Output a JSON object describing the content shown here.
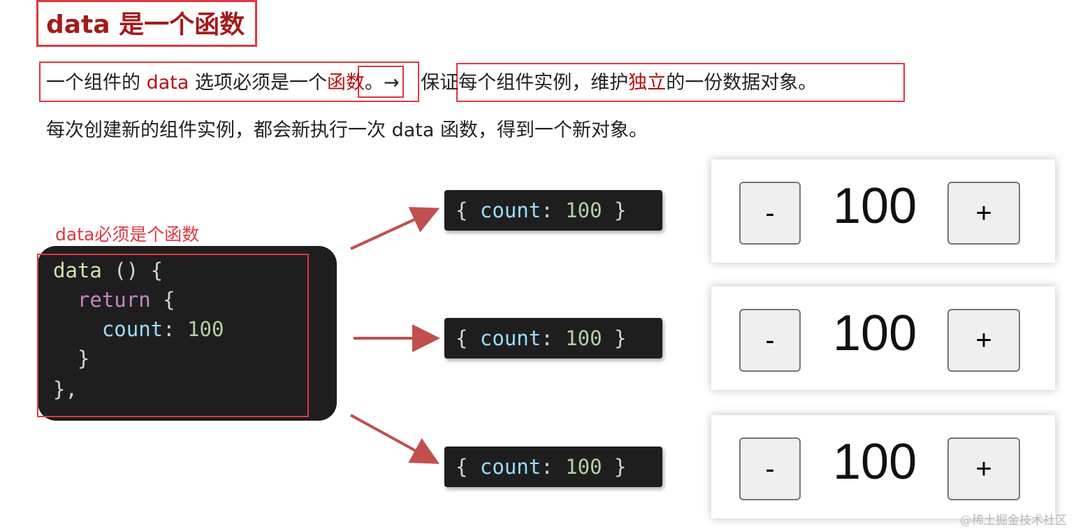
{
  "title": "data 是一个函数",
  "line1": {
    "part1": "一个组件的 ",
    "data_word": "data",
    "part2": " 选项必须是一个",
    "func_word": "函数",
    "part3": "。→ ",
    "box2_part1": "保证每个组件实例，维护",
    "independent_word": "独立",
    "box2_part2": "的一份数据对象。"
  },
  "line2": "每次创建新的组件实例，都会新执行一次 data 函数，得到一个新对象。",
  "func_label": "data必须是个函数",
  "code": {
    "line1_fn": "data",
    "line1_rest": " () {",
    "line2_indent": "  ",
    "line2_kw": "return",
    "line2_rest": " {",
    "line3_indent": "    ",
    "line3_prop": "count",
    "line3_colon": ": ",
    "line3_num": "100",
    "line4": "  }",
    "line5": "},"
  },
  "objects": [
    {
      "open": "{ ",
      "prop": "count",
      "colon": ": ",
      "num": "100",
      "close": " }"
    },
    {
      "open": "{ ",
      "prop": "count",
      "colon": ": ",
      "num": "100",
      "close": " }"
    },
    {
      "open": "{ ",
      "prop": "count",
      "colon": ": ",
      "num": "100",
      "close": " }"
    }
  ],
  "counters": [
    {
      "minus": "-",
      "value": "100",
      "plus": "+"
    },
    {
      "minus": "-",
      "value": "100",
      "plus": "+"
    },
    {
      "minus": "-",
      "value": "100",
      "plus": "+"
    }
  ],
  "watermark": "@稀土掘金技术社区",
  "colors": {
    "accent_red": "#e0383e",
    "dark_red": "#a41a1a",
    "arrow": "#c0504d",
    "code_bg": "#1e1e1e"
  }
}
